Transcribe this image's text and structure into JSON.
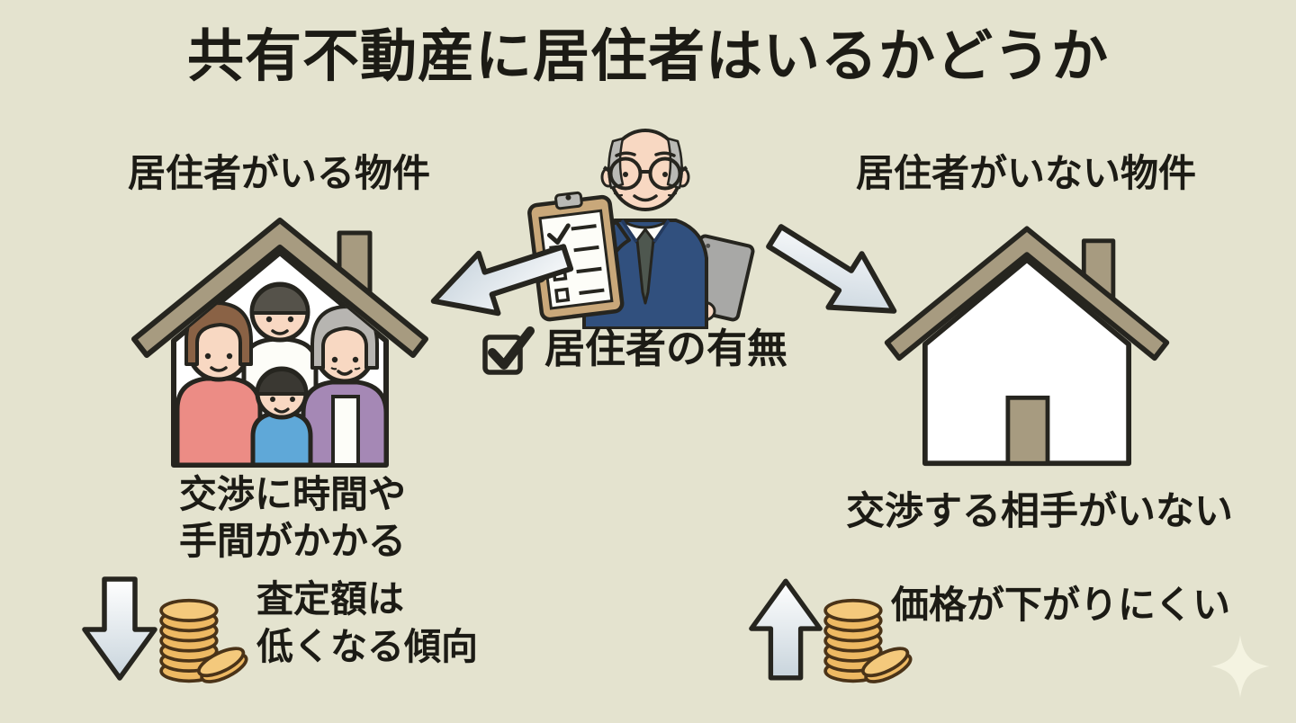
{
  "title": "共有不動産に居住者はいるかどうか",
  "center": {
    "figure": "appraiser holding checklist clipboard and tablet",
    "checkbox_label": "居住者の有無"
  },
  "left": {
    "heading": "居住者がいる物件",
    "house": "house occupied by family of four",
    "note_line1": "交渉に時間や",
    "note_line2": "手間がかかる",
    "result_line1": "査定額は",
    "result_line2": "低くなる傾向",
    "trend": "down"
  },
  "right": {
    "heading": "居住者がいない物件",
    "house": "empty house with door",
    "note": "交渉する相手がいない",
    "result": "価格が下がりにくい",
    "trend": "up"
  },
  "colors": {
    "background": "#e4e3cf",
    "ink": "#1c1b15",
    "roof_brown": "#a79b80",
    "coin_gold": "#eeb963",
    "suit_navy": "#31507e",
    "arrow_light": "#c8d4dc",
    "mom_shirt": "#ec8c85",
    "boy_shirt": "#5fa8d8",
    "grandma_cardigan": "#a588b5"
  }
}
